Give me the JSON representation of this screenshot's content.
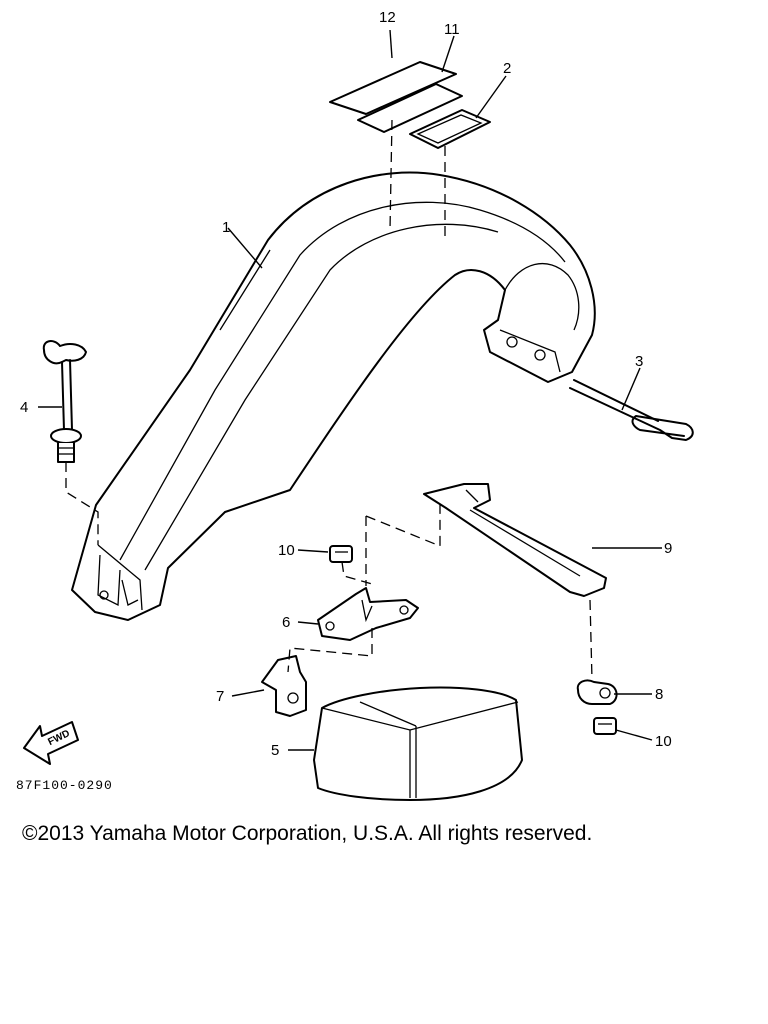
{
  "callouts": {
    "c1": "1",
    "c2": "2",
    "c3": "3",
    "c4": "4",
    "c5": "5",
    "c6": "6",
    "c7": "7",
    "c8": "8",
    "c9": "9",
    "c10a": "10",
    "c10b": "10",
    "c11": "11",
    "c12": "12"
  },
  "fwd_label": "FWD",
  "drawing_code": "87F100-0290",
  "copyright": "©2013 Yamaha Motor Corporation, U.S.A. All rights reserved."
}
